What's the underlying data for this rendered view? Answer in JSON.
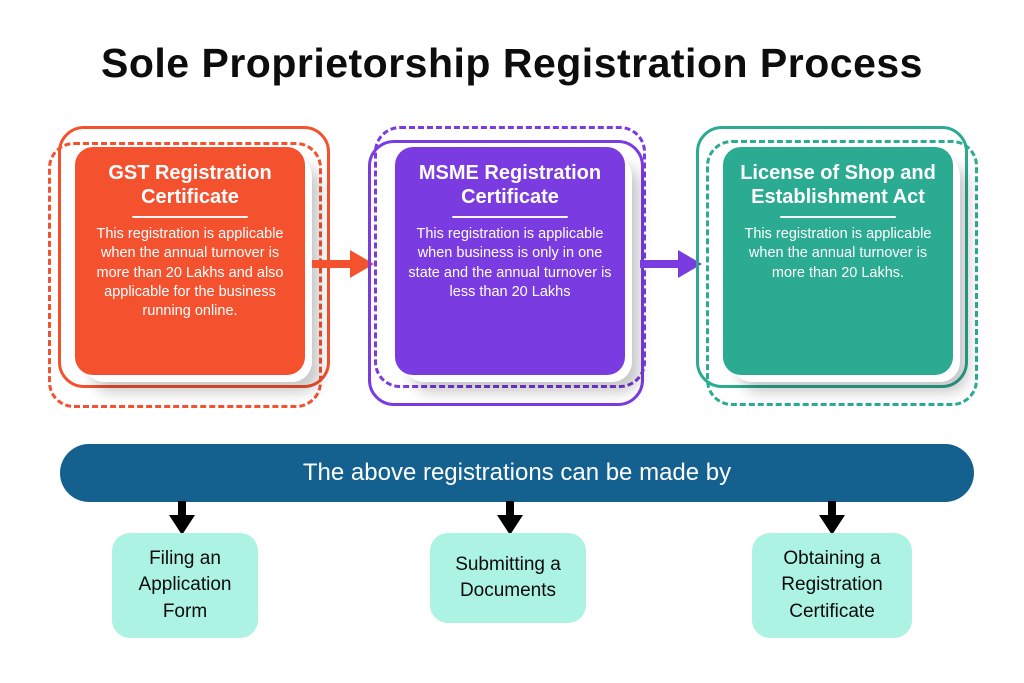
{
  "title": "Sole Proprietorship Registration Process",
  "cards": [
    {
      "title": "GST Registration Certificate",
      "description": "This registration is applicable when the annual turnover is more than 20 Lakhs and also applicable for the business running online.",
      "color": "#F4512F"
    },
    {
      "title": "MSME Registration Certificate",
      "description": "This registration is applicable when business is only in one state and the annual turnover is less than 20 Lakhs",
      "color": "#7A3BE0"
    },
    {
      "title": "License of Shop and Establishment Act",
      "description": "This registration is applicable when the annual turnover is more than 20 Lakhs.",
      "color": "#2BAB92"
    }
  ],
  "banner": {
    "text": "The above registrations can be made by",
    "color": "#14608F"
  },
  "steps": [
    {
      "label": "Filing an Application Form"
    },
    {
      "label": "Submitting a Documents"
    },
    {
      "label": "Obtaining a Registration Certificate"
    }
  ],
  "icons": {
    "flow_arrow_right": "arrow-right",
    "flow_arrow_down": "arrow-down"
  },
  "colors": {
    "orange": "#F4512F",
    "purple": "#7A3BE0",
    "teal": "#2BAB92",
    "blue": "#14608F",
    "mint": "#ACF3E3",
    "step_text": "#0b0b0b"
  }
}
